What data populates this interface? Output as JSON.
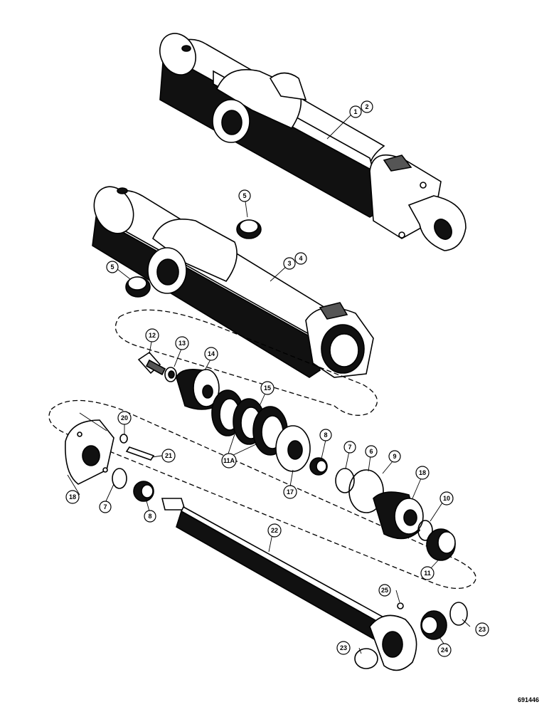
{
  "drawing": {
    "figure_number": "691446",
    "callouts": [
      {
        "id": "c1",
        "label": "1"
      },
      {
        "id": "c2",
        "label": "2"
      },
      {
        "id": "c3",
        "label": "3"
      },
      {
        "id": "c4",
        "label": "4"
      },
      {
        "id": "c5a",
        "label": "5"
      },
      {
        "id": "c5b",
        "label": "5"
      },
      {
        "id": "c12",
        "label": "12"
      },
      {
        "id": "c13",
        "label": "13"
      },
      {
        "id": "c14",
        "label": "14"
      },
      {
        "id": "c15",
        "label": "15"
      },
      {
        "id": "c20",
        "label": "20"
      },
      {
        "id": "c21",
        "label": "21"
      },
      {
        "id": "c11a",
        "label": "11A"
      },
      {
        "id": "c17",
        "label": "17"
      },
      {
        "id": "c8a",
        "label": "8"
      },
      {
        "id": "c7a",
        "label": "7"
      },
      {
        "id": "c6",
        "label": "6"
      },
      {
        "id": "c9",
        "label": "9"
      },
      {
        "id": "c18a",
        "label": "18"
      },
      {
        "id": "c18b",
        "label": "18"
      },
      {
        "id": "c7b",
        "label": "7"
      },
      {
        "id": "c8b",
        "label": "8"
      },
      {
        "id": "c10",
        "label": "10"
      },
      {
        "id": "c22",
        "label": "22"
      },
      {
        "id": "c11",
        "label": "11"
      },
      {
        "id": "c25",
        "label": "25"
      },
      {
        "id": "c23a",
        "label": "23"
      },
      {
        "id": "c23b",
        "label": "23"
      },
      {
        "id": "c24",
        "label": "24"
      }
    ]
  }
}
